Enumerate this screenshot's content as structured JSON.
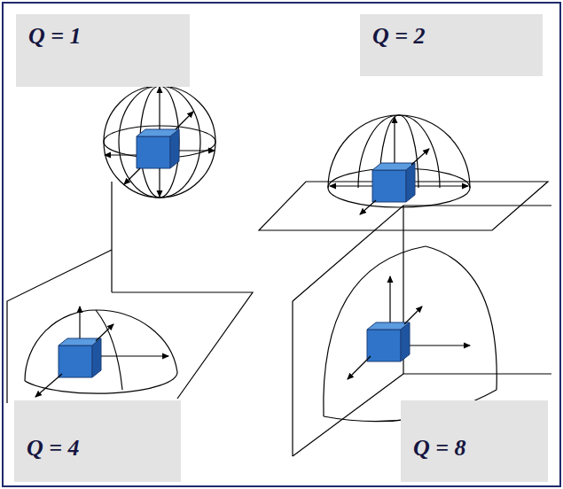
{
  "diagram": {
    "nodes": [
      {
        "text": [
          "Q = 1"
        ]
      },
      {
        "text": [
          "Q = 2"
        ]
      },
      {
        "text": [
          "Q = 4"
        ]
      },
      {
        "text": [
          "Q = 8"
        ]
      }
    ]
  }
}
